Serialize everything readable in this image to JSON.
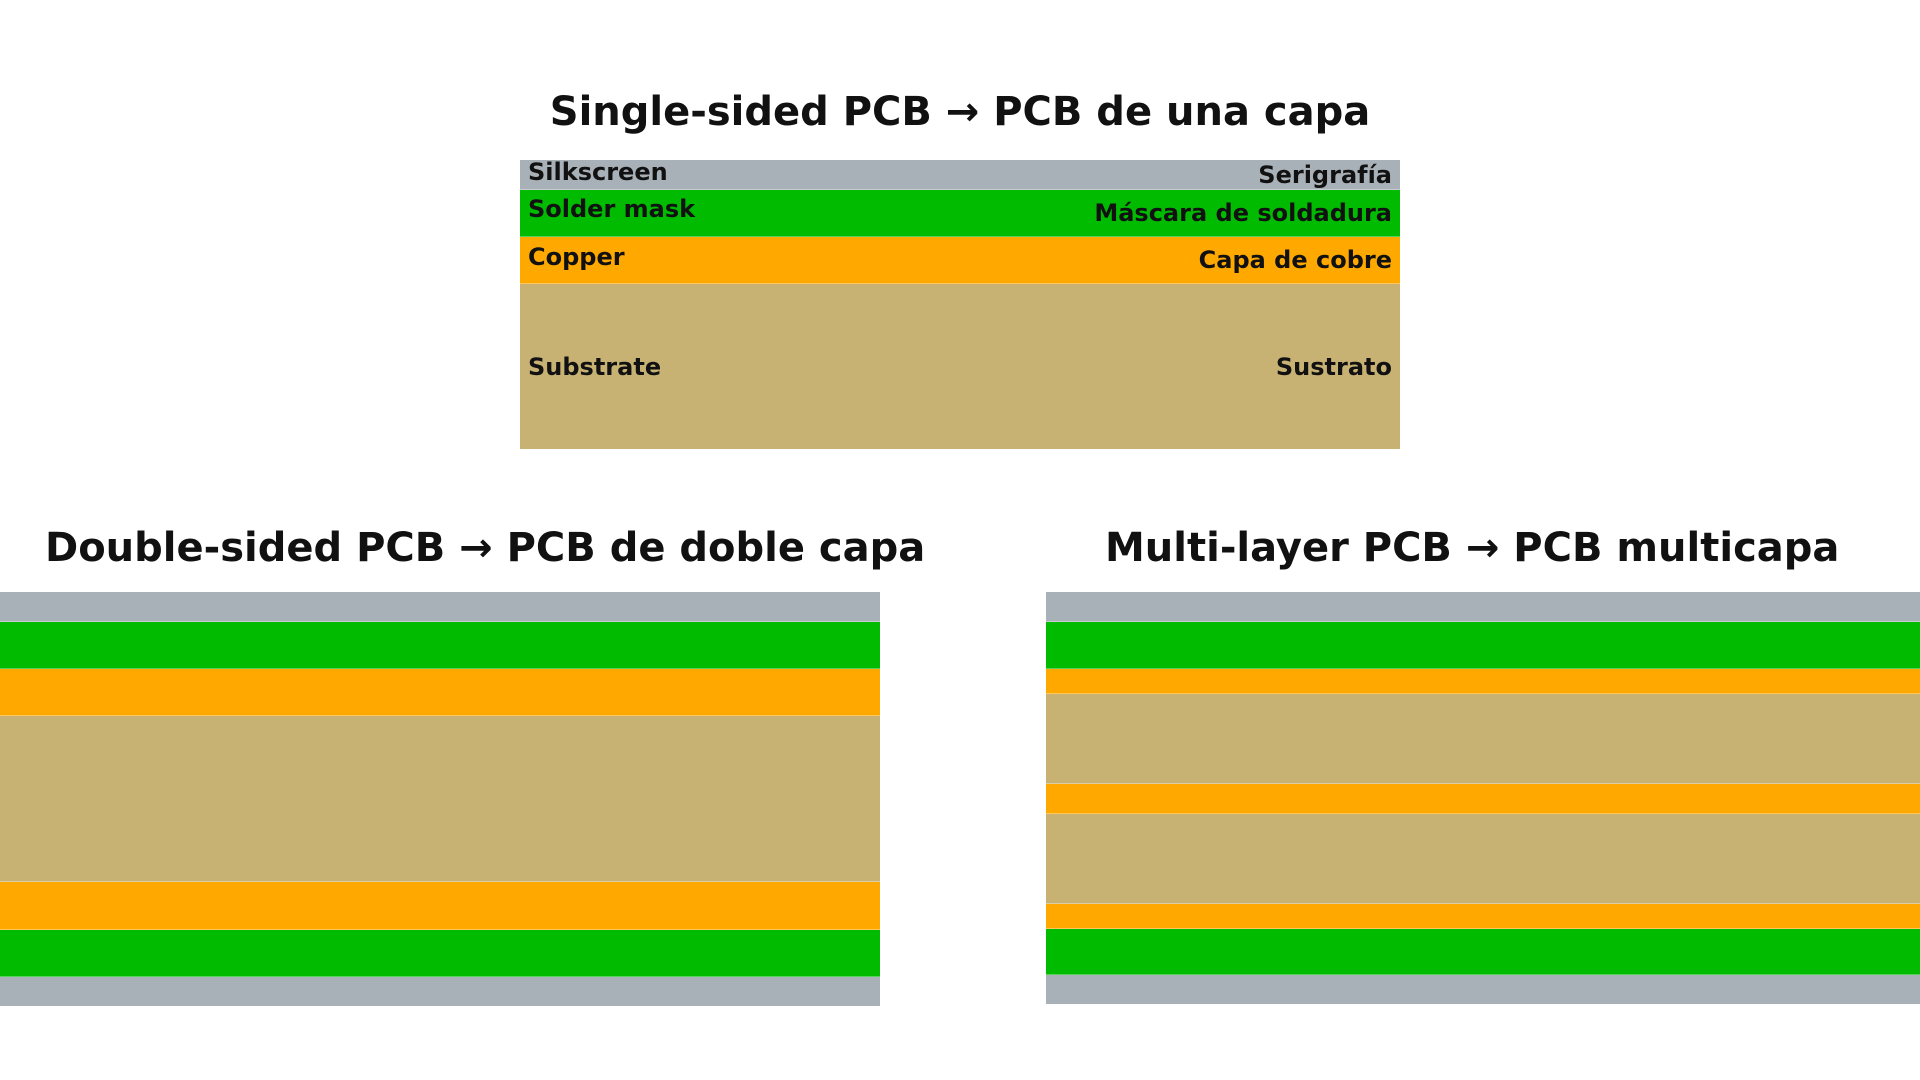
{
  "colors": {
    "silkscreen": "#a9b1b8",
    "solder_mask": "#00bb00",
    "copper": "#ffa800",
    "substrate": "#c8b273",
    "text": "#111111",
    "background": "#ffffff"
  },
  "single": {
    "title": "Single-sided PCB → PCB de una capa",
    "layers": [
      {
        "type": "silkscreen",
        "label_en": "Silkscreen",
        "label_es": "Serigrafía"
      },
      {
        "type": "solder_mask",
        "label_en": "Solder mask",
        "label_es": "Máscara de soldadura"
      },
      {
        "type": "copper",
        "label_en": "Copper",
        "label_es": "Capa de cobre"
      },
      {
        "type": "substrate",
        "label_en": "Substrate",
        "label_es": "Sustrato"
      }
    ]
  },
  "double": {
    "title": "Double-sided PCB → PCB de doble capa",
    "layers": [
      {
        "type": "silkscreen"
      },
      {
        "type": "solder_mask"
      },
      {
        "type": "copper"
      },
      {
        "type": "substrate"
      },
      {
        "type": "copper"
      },
      {
        "type": "solder_mask"
      },
      {
        "type": "silkscreen"
      }
    ]
  },
  "multi": {
    "title": "Multi-layer PCB → PCB multicapa",
    "layers": [
      {
        "type": "silkscreen"
      },
      {
        "type": "solder_mask"
      },
      {
        "type": "copper"
      },
      {
        "type": "substrate"
      },
      {
        "type": "copper"
      },
      {
        "type": "substrate"
      },
      {
        "type": "copper"
      },
      {
        "type": "solder_mask"
      },
      {
        "type": "silkscreen"
      }
    ]
  }
}
